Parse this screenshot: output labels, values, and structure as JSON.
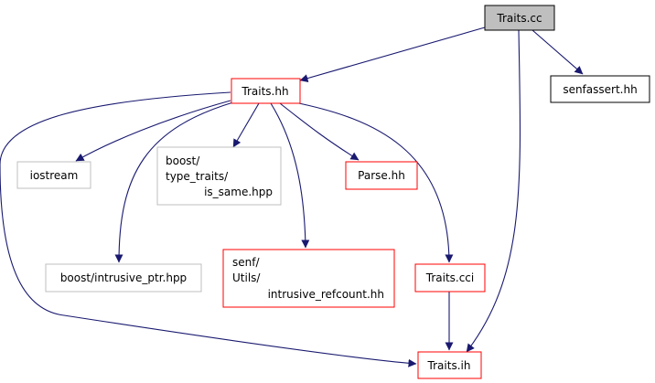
{
  "colors": {
    "edge": "#191970",
    "focus_fill": "#bfbfbf",
    "focus_border": "#000000",
    "documented_border": "#ff0000",
    "plain_border": "#000000",
    "external_border": "#bfbfbf"
  },
  "nodes": [
    {
      "id": "traits_cc",
      "label": "Traits.cc",
      "kind": "focus"
    },
    {
      "id": "traits_hh",
      "label": "Traits.hh",
      "kind": "documented"
    },
    {
      "id": "senfassert_hh",
      "label": "senfassert.hh",
      "kind": "plain"
    },
    {
      "id": "iostream",
      "label": "iostream",
      "kind": "external"
    },
    {
      "id": "is_same_hpp",
      "label_lines": [
        "boost/",
        "type_traits/",
        "is_same.hpp"
      ],
      "kind": "external"
    },
    {
      "id": "parse_hh",
      "label": "Parse.hh",
      "kind": "documented"
    },
    {
      "id": "intrusive_ptr_hpp",
      "label": "boost/intrusive_ptr.hpp",
      "kind": "external"
    },
    {
      "id": "intrusive_refcount_hh",
      "label_lines": [
        "senf/",
        "Utils/",
        "intrusive_refcount.hh"
      ],
      "kind": "documented"
    },
    {
      "id": "traits_cci",
      "label": "Traits.cci",
      "kind": "documented"
    },
    {
      "id": "traits_ih",
      "label": "Traits.ih",
      "kind": "documented"
    }
  ],
  "edges": [
    {
      "from": "traits_cc",
      "to": "traits_hh"
    },
    {
      "from": "traits_cc",
      "to": "senfassert_hh"
    },
    {
      "from": "traits_cc",
      "to": "traits_ih"
    },
    {
      "from": "traits_hh",
      "to": "iostream"
    },
    {
      "from": "traits_hh",
      "to": "is_same_hpp"
    },
    {
      "from": "traits_hh",
      "to": "parse_hh"
    },
    {
      "from": "traits_hh",
      "to": "intrusive_ptr_hpp"
    },
    {
      "from": "traits_hh",
      "to": "intrusive_refcount_hh"
    },
    {
      "from": "traits_hh",
      "to": "traits_cci"
    },
    {
      "from": "traits_hh",
      "to": "traits_ih"
    },
    {
      "from": "traits_cci",
      "to": "traits_ih"
    }
  ]
}
